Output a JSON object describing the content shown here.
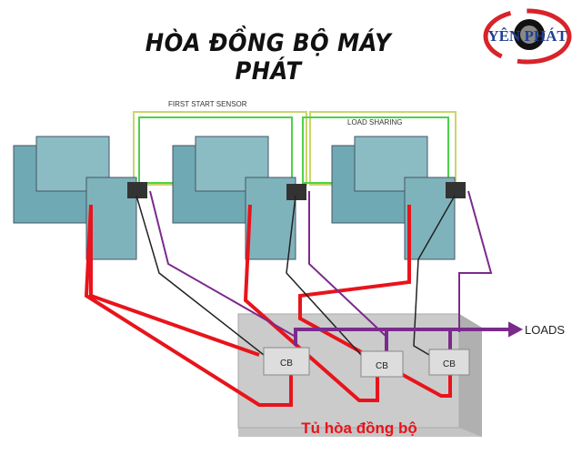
{
  "title": "HÒA ĐỒNG BỘ MÁY PHÁT",
  "logo": {
    "text": "YÊN PHÁT",
    "colors": {
      "ring": "#d8232a",
      "text": "#1f3f93"
    }
  },
  "diagram": {
    "first_start_sensor_label": "FIRST START SENSOR",
    "load_sharing_label": "LOAD SHARING",
    "loads_label": "LOADS",
    "cb_labels": [
      "CB",
      "CB",
      "CB"
    ],
    "panel_label": "Tủ hòa đồng bộ",
    "generators": [
      "generator-1",
      "generator-2",
      "generator-3"
    ],
    "colors": {
      "power": "#e8141b",
      "control_purple": "#7b2a8c",
      "signal_green": "#4fd14a",
      "signal_yellow": "#c9d66a",
      "panel": "#c9c9c9",
      "generator": "#6fa9b3"
    }
  }
}
